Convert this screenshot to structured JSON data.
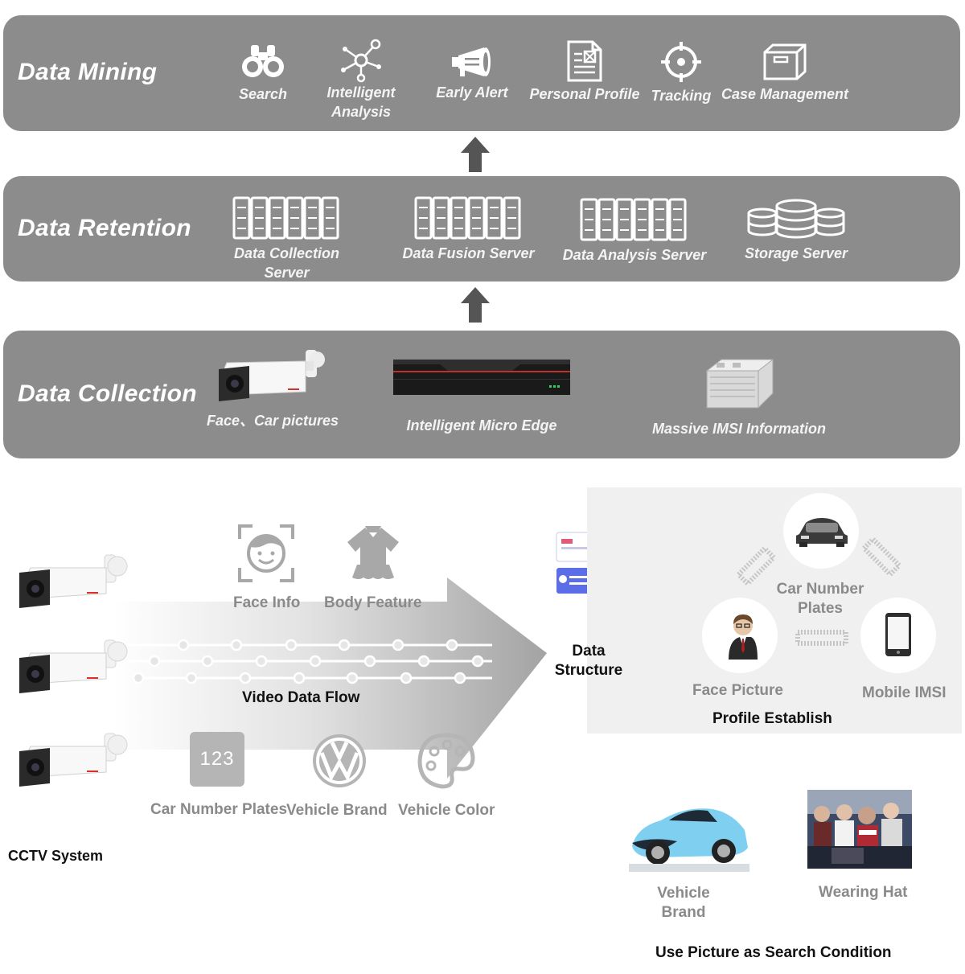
{
  "data_mining": {
    "title": "Data Mining",
    "items": [
      {
        "icon": "binoculars-icon",
        "label": "Search"
      },
      {
        "icon": "network-nodes-icon",
        "label_line1": "Intelligent",
        "label_line2": "Analysis"
      },
      {
        "icon": "megaphone-icon",
        "label": "Early Alert"
      },
      {
        "icon": "document-icon",
        "label": "Personal Profile"
      },
      {
        "icon": "crosshair-icon",
        "label": "Tracking"
      },
      {
        "icon": "box-icon",
        "label": "Case Management"
      }
    ]
  },
  "data_retention": {
    "title": "Data Retention",
    "items": [
      {
        "icon": "server-rack-icon",
        "label_line1": "Data Collection",
        "label_line2": "Server"
      },
      {
        "icon": "server-rack-icon",
        "label": "Data Fusion Server"
      },
      {
        "icon": "server-rack-icon",
        "label": "Data Analysis Server"
      },
      {
        "icon": "database-stack-icon",
        "label": "Storage Server"
      }
    ]
  },
  "data_collection": {
    "title": "Data Collection",
    "items": [
      {
        "icon": "bullet-camera-icon",
        "label": "Face、Car pictures"
      },
      {
        "icon": "nvr-device-icon",
        "label": "Intelligent Micro Edge"
      },
      {
        "icon": "imsi-box-icon",
        "label": "Massive IMSI Information"
      }
    ]
  },
  "cctv": {
    "system_label": "CCTV System",
    "flow_label": "Video Data Flow",
    "face_info": "Face Info",
    "body_feature": "Body Feature",
    "plate_glyph": "123",
    "car_number_plates": "Car Number Plates",
    "vehicle_brand": "Vehicle Brand",
    "vehicle_color": "Vehicle Color"
  },
  "structure": {
    "data_structure_line1": "Data",
    "data_structure_line2": "Structure"
  },
  "profile": {
    "car_plates_line1": "Car Number",
    "car_plates_line2": "Plates",
    "face_picture": "Face Picture",
    "mobile_imsi": "Mobile IMSI",
    "title": "Profile Establish"
  },
  "search_condition": {
    "vehicle_brand_line1": "Vehicle",
    "vehicle_brand_line2": "Brand",
    "wearing_hat": "Wearing Hat",
    "title": "Use Picture as Search Condition"
  },
  "colors": {
    "panel": "#8c8c8c",
    "arrow": "#555555",
    "label_gray": "#8a8a8a",
    "car_blue": "#7fd0f0",
    "camera_red": "#d9302c"
  }
}
